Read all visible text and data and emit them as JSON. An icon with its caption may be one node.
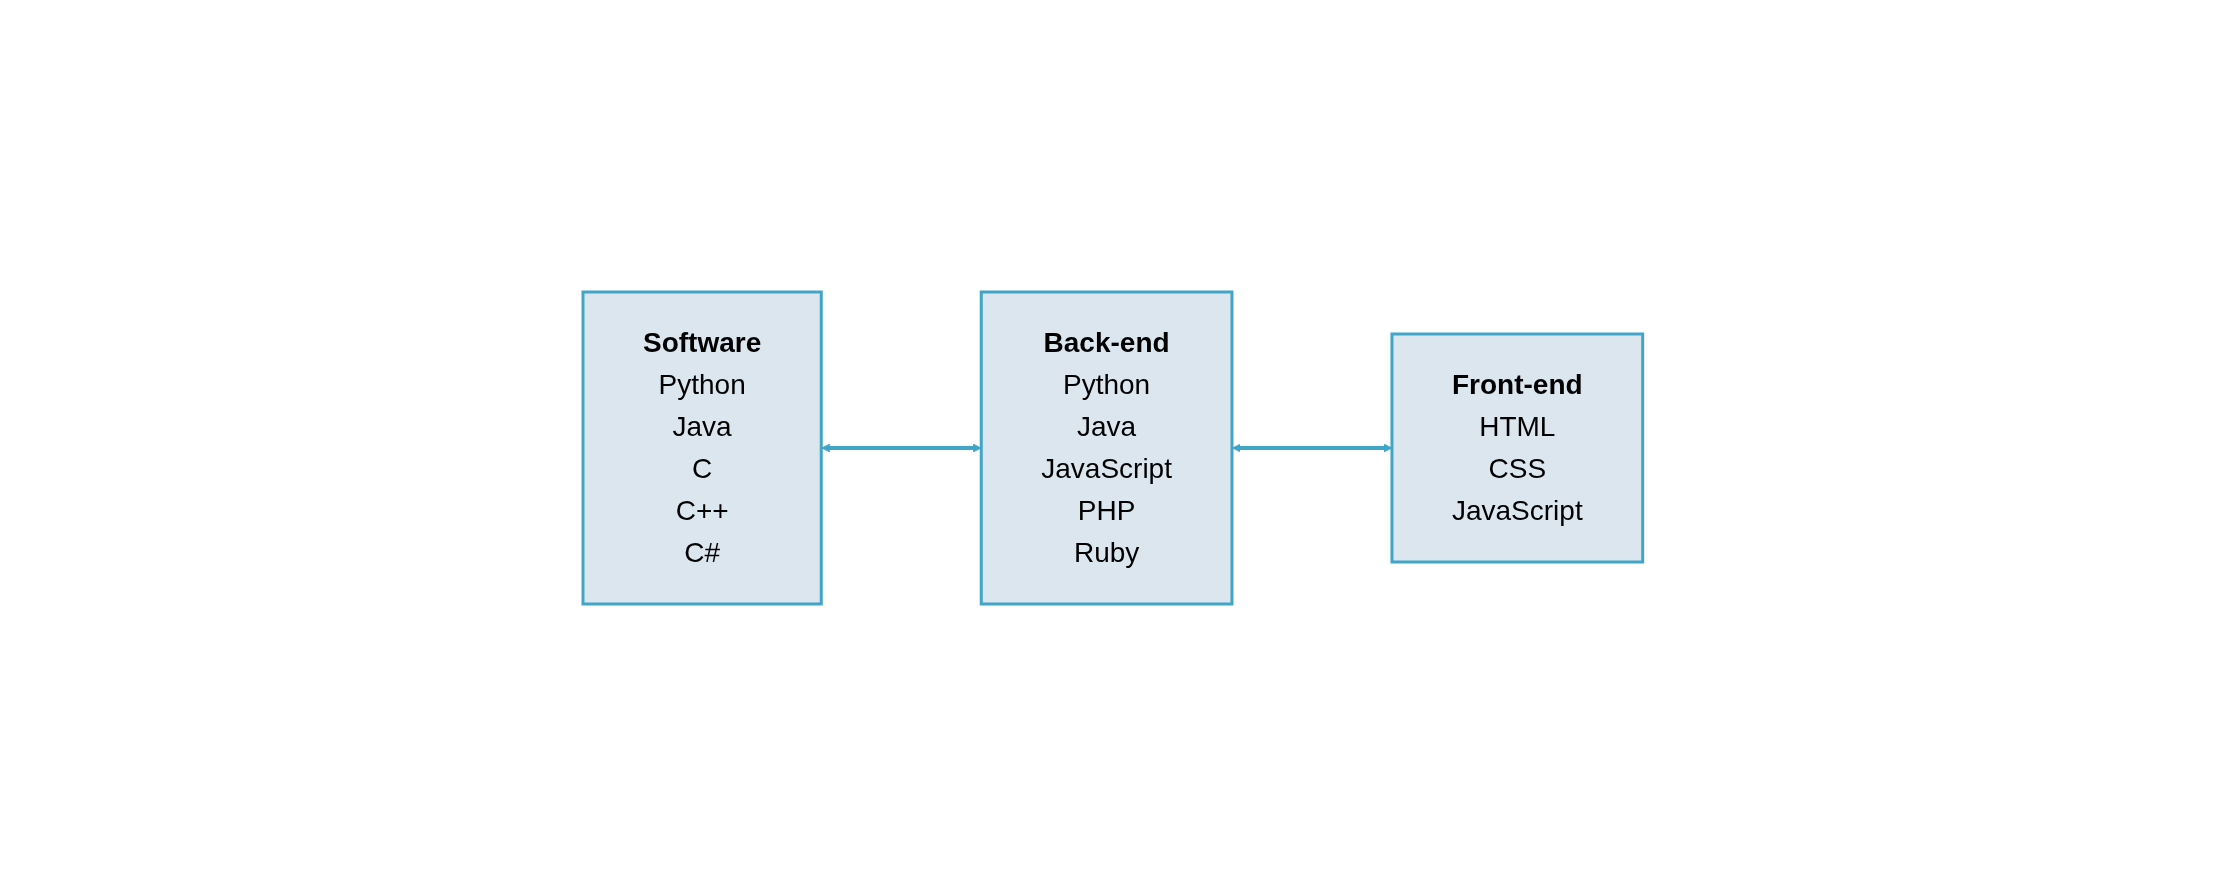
{
  "diagram": {
    "nodes": [
      {
        "text": [
          "Software",
          "Python",
          "Java",
          "C",
          "C++",
          "C#"
        ]
      },
      {
        "text": [
          "Back-end",
          "Python",
          "Java",
          "JavaScript",
          "PHP",
          "Ruby"
        ]
      },
      {
        "text": [
          "Front-end",
          "HTML",
          "CSS",
          "JavaScript"
        ]
      }
    ],
    "edges": [
      {
        "from": 0,
        "to": 1,
        "arrow": "both"
      },
      {
        "from": 1,
        "to": 2,
        "arrow": "both"
      }
    ]
  }
}
